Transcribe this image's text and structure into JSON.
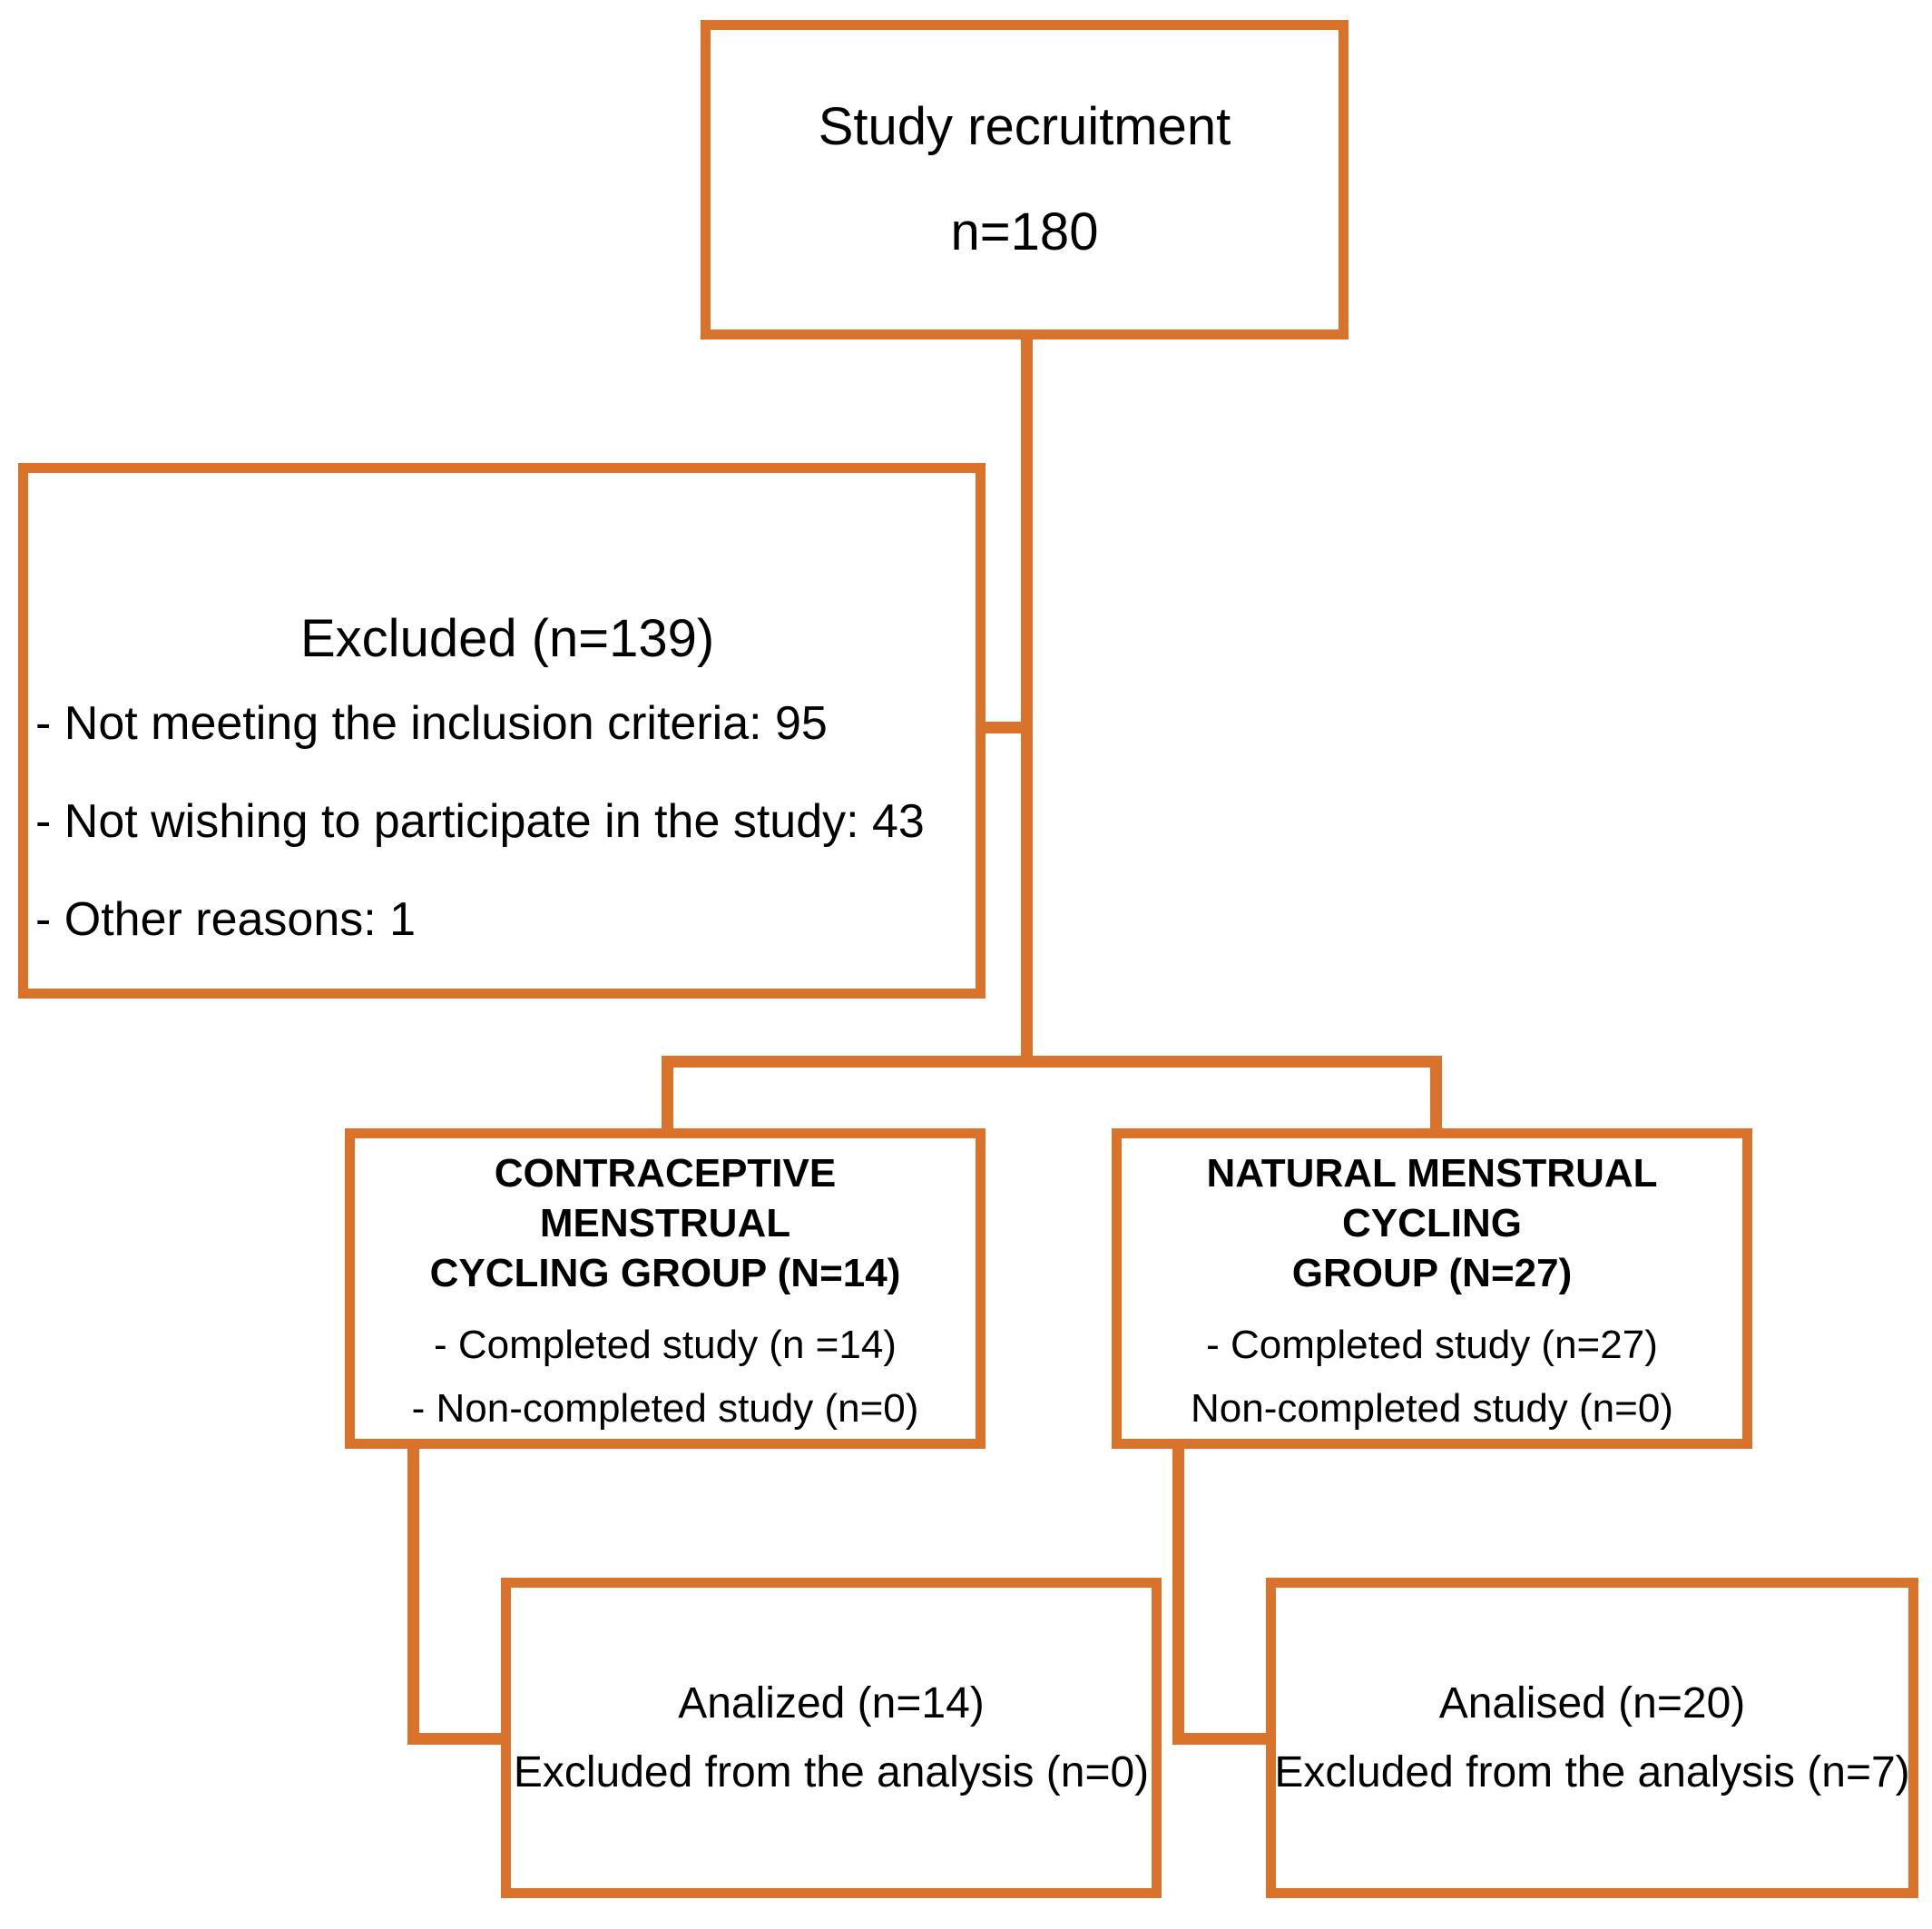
{
  "flowchart": {
    "type": "consort-participant-flow",
    "accent_color": "#D9732C",
    "text_color": "#000000",
    "background_color": "#FFFFFF",
    "recruitment": {
      "title": "Study recruitment",
      "count": "n=180"
    },
    "excluded": {
      "heading": "Excluded (n=139)",
      "reasons": [
        "- Not meeting the inclusion criteria: 95",
        "- Not wishing to participate in the study: 43",
        "- Other reasons: 1"
      ]
    },
    "groups": [
      {
        "heading_line_1": "CONTRACEPTIVE MENSTRUAL",
        "heading_line_2": "CYCLING GROUP (N=14)",
        "completed": "- Completed study (n =14)",
        "non_completed": "- Non-completed study (n=0)"
      },
      {
        "heading_line_1": "NATURAL MENSTRUAL CYCLING",
        "heading_line_2": "GROUP (N=27)",
        "completed": "- Completed study (n=27)",
        "non_completed": "Non-completed study (n=0)"
      }
    ],
    "analysis": [
      {
        "analysed": "Analized (n=14)",
        "excluded": "Excluded from the analysis (n=0)"
      },
      {
        "analysed": "Analised (n=20)",
        "excluded": "Excluded from the analysis (n=7)"
      }
    ]
  }
}
